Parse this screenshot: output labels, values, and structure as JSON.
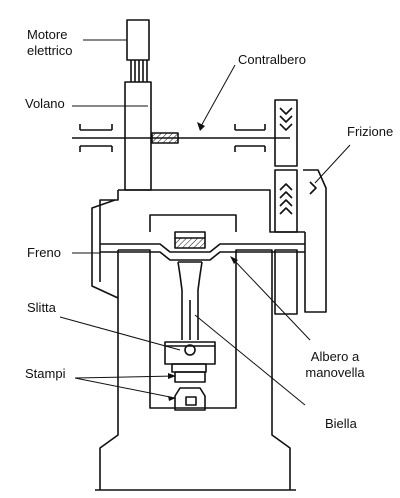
{
  "colors": {
    "ink": "#111111",
    "paper": "#ffffff"
  },
  "labels": {
    "motore_line1": "Motore",
    "motore_line2": "elettrico",
    "volano": "Volano",
    "contralbero": "Contralbero",
    "frizione": "Frizione",
    "freno": "Freno",
    "slitta": "Slitta",
    "stampi": "Stampi",
    "albero_line1": "Albero a",
    "albero_line2": "manovella",
    "biella": "Biella"
  }
}
